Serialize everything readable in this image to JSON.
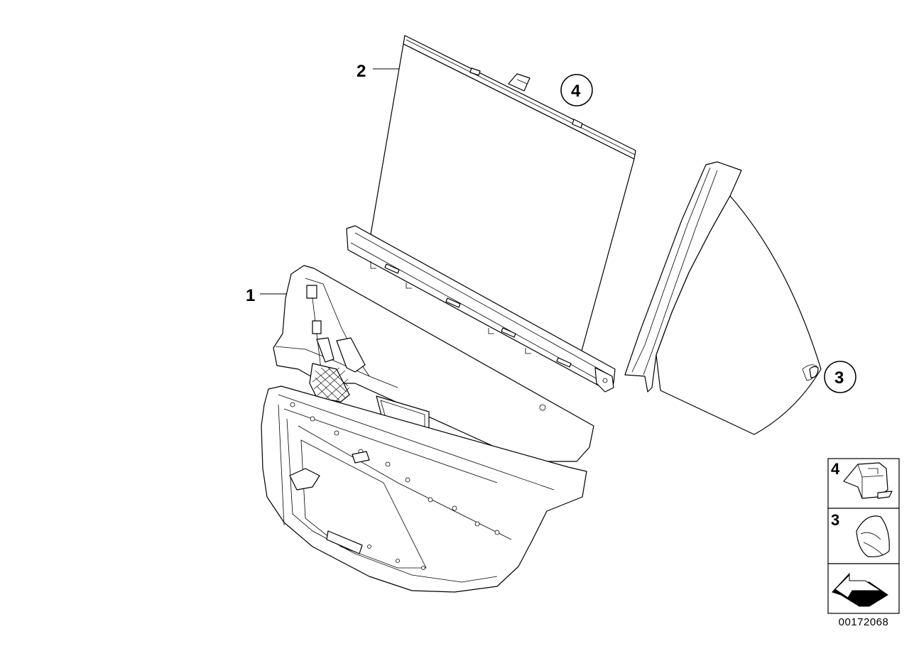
{
  "callouts": [
    {
      "id": "callout-1",
      "label": "1",
      "circled": false
    },
    {
      "id": "callout-2",
      "label": "2",
      "circled": false
    },
    {
      "id": "callout-3",
      "label": "3",
      "circled": true
    },
    {
      "id": "callout-4",
      "label": "4",
      "circled": true
    }
  ],
  "legend": [
    {
      "label": "4",
      "icon": "clip-holder-icon"
    },
    {
      "label": "3",
      "icon": "cap-icon"
    },
    {
      "label": "",
      "icon": "arrow-direction-icon"
    }
  ],
  "diagram_id": "00172068"
}
